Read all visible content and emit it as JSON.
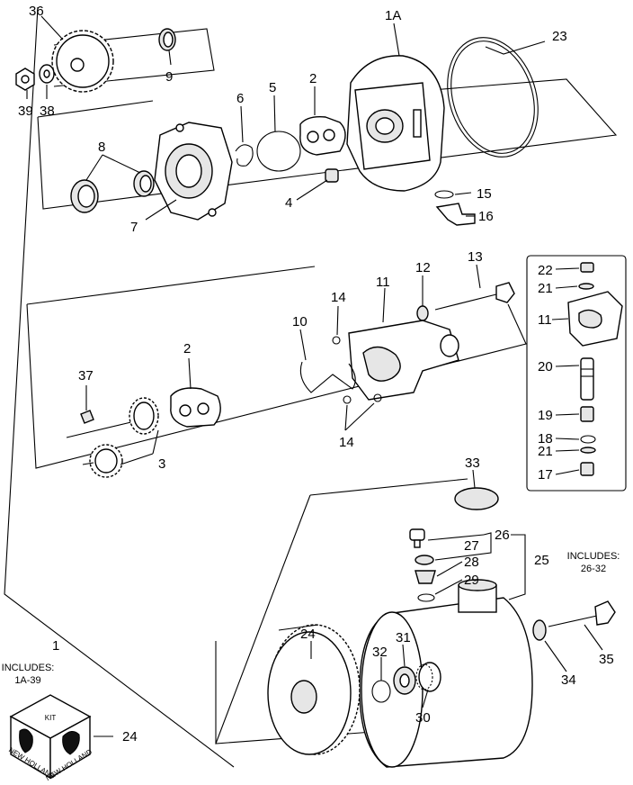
{
  "callouts": {
    "c36": "36",
    "c1A": "1A",
    "c23": "23",
    "c9": "9",
    "c39": "39",
    "c38": "38",
    "c2_top": "2",
    "c5": "5",
    "c6": "6",
    "c8": "8",
    "c7": "7",
    "c4": "4",
    "c15": "15",
    "c16": "16",
    "c13": "13",
    "c12": "12",
    "c11": "11",
    "c14_top": "14",
    "c10": "10",
    "c2_mid": "2",
    "c37": "37",
    "c14_bot": "14",
    "c3": "3",
    "c22": "22",
    "c21_top": "21",
    "c11_inset": "11",
    "c20": "20",
    "c19": "19",
    "c18": "18",
    "c21_bot": "21",
    "c17": "17",
    "c33": "33",
    "c26": "26",
    "c27": "27",
    "c28": "28",
    "c29": "29",
    "c25": "25",
    "c24_top": "24",
    "c32": "32",
    "c31": "31",
    "c30": "30",
    "c34": "34",
    "c35": "35",
    "c1": "1",
    "c24_kit": "24"
  },
  "notes": {
    "includes_25_line1": "INCLUDES:",
    "includes_25_line2": "26-32",
    "includes_1_line1": "INCLUDES:",
    "includes_1_line2": "1A-39"
  },
  "kit_box": {
    "label": "KIT",
    "brand_left": "NEW HOLLAND",
    "brand_right": "NEW HOLLAND"
  }
}
